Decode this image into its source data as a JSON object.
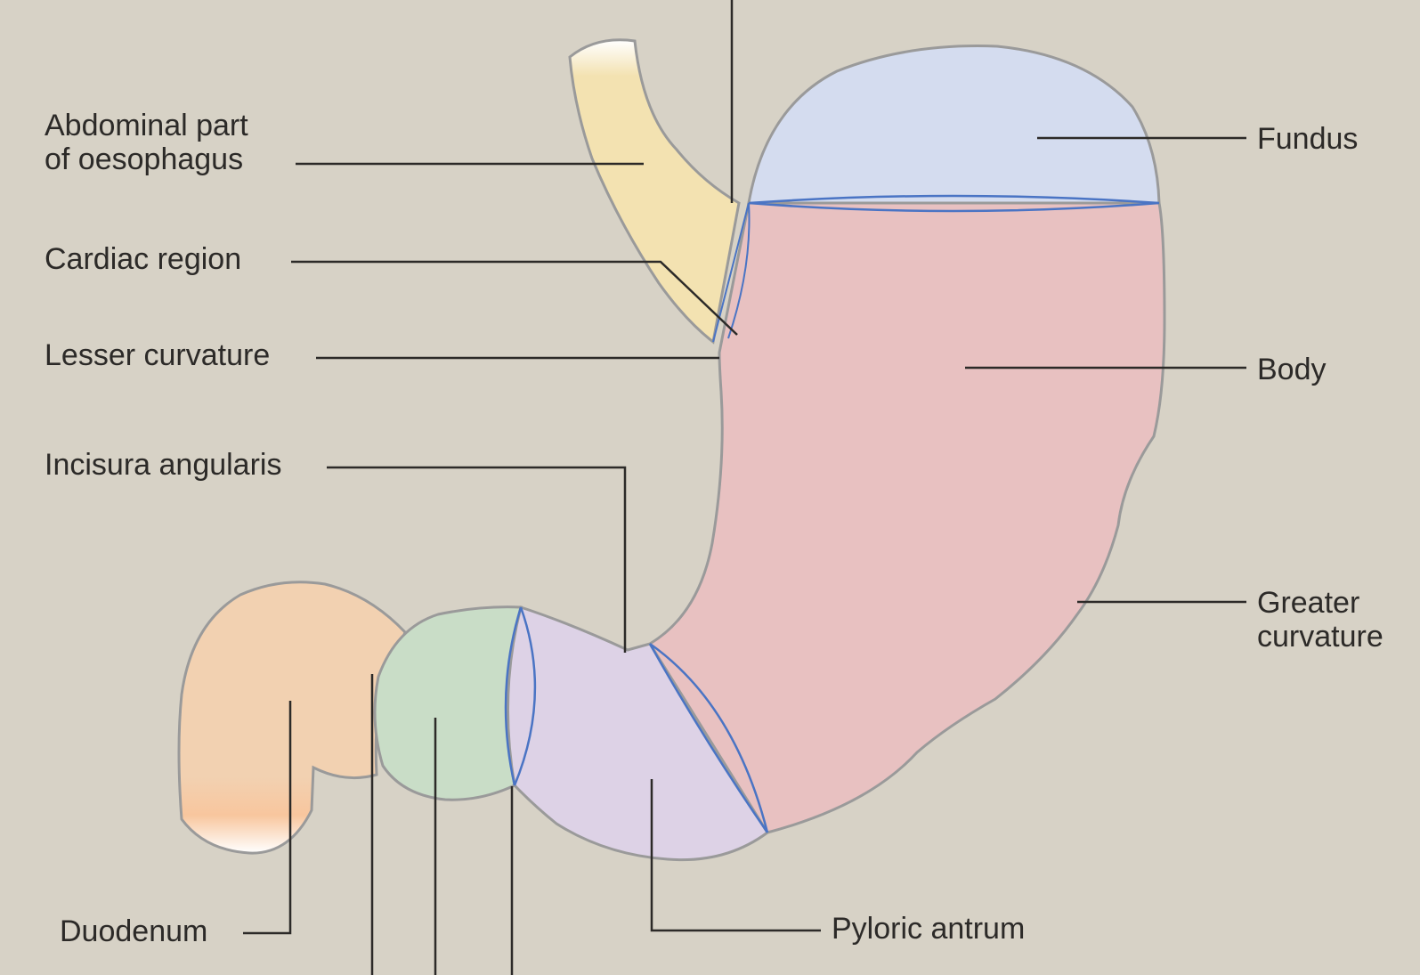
{
  "diagram": {
    "colors": {
      "background": "#d7d2c6",
      "oesophagus": "#f3e2b1",
      "fundus": "#d4dcef",
      "body": "#e8c1c1",
      "pyloric_antrum": "#ddd2e6",
      "pylorus": "#c9ddc7",
      "duodenum": "#f2d1b1",
      "outline": "#9a9a9a",
      "boundary": "#4a74c4",
      "leader_line": "#2c2a28"
    },
    "labels": {
      "abdominal_oesophagus_line1": "Abdominal part",
      "abdominal_oesophagus_line2": "of oesophagus",
      "cardiac_region": "Cardiac region",
      "lesser_curvature": "Lesser curvature",
      "incisura_angularis": "Incisura angularis",
      "duodenum": "Duodenum",
      "pyloric_antrum": "Pyloric antrum",
      "fundus": "Fundus",
      "body": "Body",
      "greater_curvature_line1": "Greater",
      "greater_curvature_line2": "curvature"
    }
  }
}
